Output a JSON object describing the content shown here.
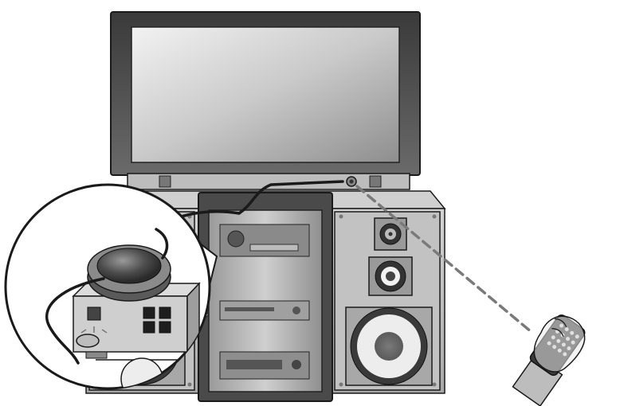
{
  "diagram": {
    "components": [
      "flat-panel-tv",
      "entertainment-cabinet",
      "left-speaker",
      "right-speaker",
      "center-media-rack",
      "ir-receiver-module",
      "ir-remote-control"
    ],
    "connections": [
      {
        "from": "ir-receiver-module",
        "to": "flat-panel-tv",
        "style": "solid-cable"
      },
      {
        "from": "ir-remote-control",
        "to": "flat-panel-tv",
        "style": "dashed-ir-beam"
      }
    ],
    "callout": "magnified-receiver-detail",
    "colors": {
      "background": "#ffffff",
      "outline": "#1a1a1a",
      "screen_light": "#dcdcdc",
      "screen_dark": "#7a7a7a",
      "metal": "#bdbdbd",
      "dark_metal": "#555555",
      "accent": "#888888"
    }
  }
}
